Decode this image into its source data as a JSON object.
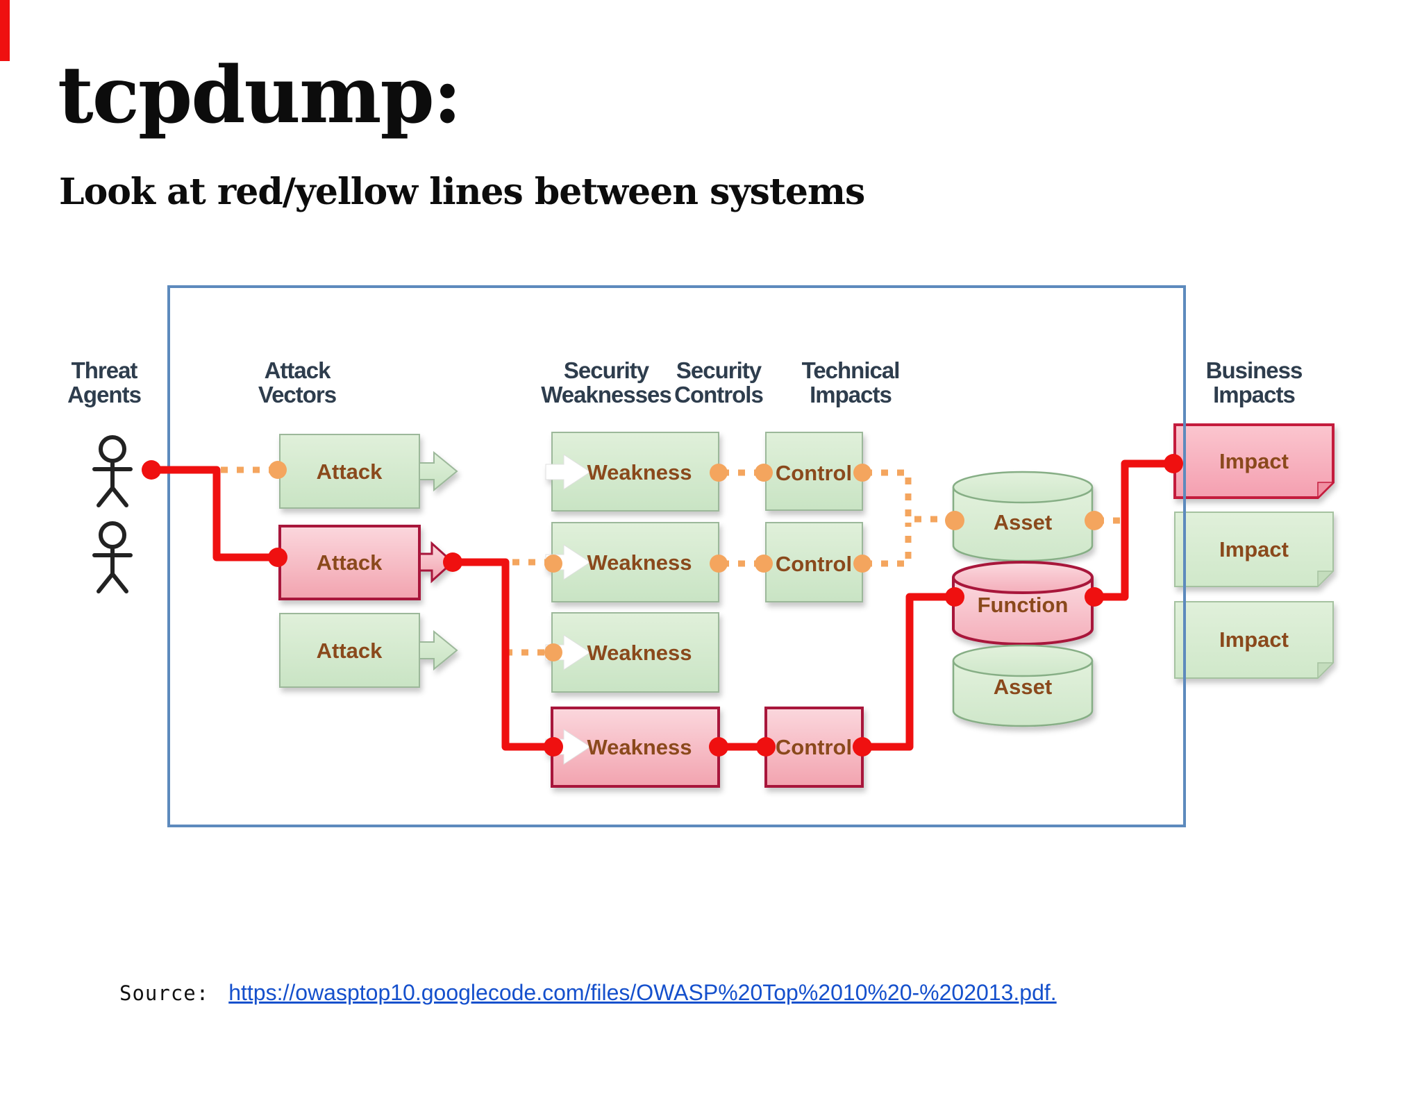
{
  "title": "tcpdump:",
  "subtitle": "Look at red/yellow lines between systems",
  "source": {
    "label": "Source:",
    "url_text": "https://owasptop10.googlecode.com/files/OWASP%20Top%2010%20-%202013.pdf."
  },
  "diagram": {
    "headers": [
      {
        "id": "threat-agents",
        "line1": "Threat",
        "line2": "Agents"
      },
      {
        "id": "attack-vectors",
        "line1": "Attack",
        "line2": "Vectors"
      },
      {
        "id": "security-weaknesses",
        "line1": "Security",
        "line2": "Weaknesses"
      },
      {
        "id": "security-controls",
        "line1": "Security",
        "line2": "Controls"
      },
      {
        "id": "technical-impacts",
        "line1": "Technical",
        "line2": "Impacts"
      },
      {
        "id": "business-impacts",
        "line1": "Business",
        "line2": "Impacts"
      }
    ],
    "icons": {
      "threat_agent": "person-stick-figure",
      "count": 2
    },
    "attacks": [
      {
        "label": "Attack",
        "variant": "green"
      },
      {
        "label": "Attack",
        "variant": "red"
      },
      {
        "label": "Attack",
        "variant": "green"
      }
    ],
    "weaknesses": [
      {
        "label": "Weakness",
        "variant": "green"
      },
      {
        "label": "Weakness",
        "variant": "green"
      },
      {
        "label": "Weakness",
        "variant": "green"
      },
      {
        "label": "Weakness",
        "variant": "red"
      }
    ],
    "controls": [
      {
        "label": "Control",
        "variant": "green"
      },
      {
        "label": "Control",
        "variant": "green"
      },
      {
        "label": "Control",
        "variant": "red"
      }
    ],
    "nodes": [
      {
        "label": "Asset",
        "variant": "green"
      },
      {
        "label": "Function",
        "variant": "red"
      },
      {
        "label": "Asset",
        "variant": "green"
      }
    ],
    "impacts": [
      {
        "label": "Impact",
        "variant": "red"
      },
      {
        "label": "Impact",
        "variant": "green"
      },
      {
        "label": "Impact",
        "variant": "green"
      }
    ],
    "colors": {
      "red_line": "#ef1010",
      "orange_line": "#f4a55e",
      "blue_border": "#5d8abd",
      "label_brown": "#8a4a1c",
      "header_text": "#2e3d4d",
      "pink_border": "#a8173a",
      "green_fill": "#d9ecd4",
      "pink_fill": "#f6b9c3",
      "link_blue": "#1550cc"
    }
  }
}
